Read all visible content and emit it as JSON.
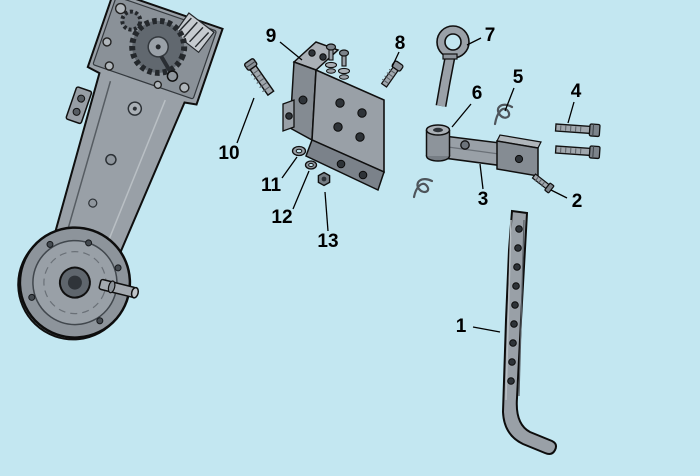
{
  "diagram": {
    "type": "exploded-parts-diagram",
    "background_color": "#c3e7f1",
    "colors": {
      "part_fill": "#99a0a7",
      "part_fill_dark": "#6b7278",
      "part_fill_light": "#b8bec4",
      "hole_fill": "#2e3338",
      "outline": "#101010",
      "callout_text": "#000000"
    },
    "callouts": [
      {
        "label": "1"
      },
      {
        "label": "2"
      },
      {
        "label": "3"
      },
      {
        "label": "4"
      },
      {
        "label": "5"
      },
      {
        "label": "6"
      },
      {
        "label": "7"
      },
      {
        "label": "8"
      },
      {
        "label": "9"
      },
      {
        "label": "10"
      },
      {
        "label": "11"
      },
      {
        "label": "12"
      },
      {
        "label": "13"
      }
    ]
  }
}
